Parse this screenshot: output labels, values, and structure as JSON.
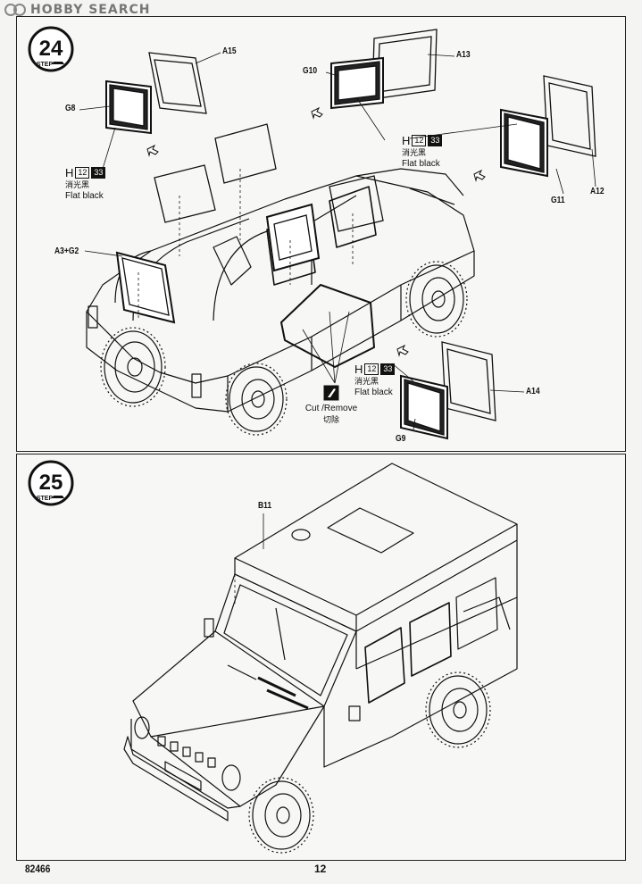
{
  "watermark": {
    "text": "HOBBY SEARCH"
  },
  "step24": {
    "number": "24",
    "step_word": "STEP",
    "labels": {
      "a15": "A15",
      "g8": "G8",
      "g10": "G10",
      "a13": "A13",
      "g11": "G11",
      "a12": "A12",
      "a3g2": "A3+G2",
      "a14": "A14",
      "g9": "G9"
    },
    "paint": {
      "letter": "H",
      "code1": "12",
      "code2": "33",
      "cn": "消光黑",
      "en": "Flat black"
    },
    "cut": {
      "en": "Cut /Remove",
      "cn": "切除"
    }
  },
  "step25": {
    "number": "25",
    "step_word": "STEP",
    "labels": {
      "b11": "B11"
    }
  },
  "footer": {
    "product_code": "82466",
    "page_number": "12"
  }
}
